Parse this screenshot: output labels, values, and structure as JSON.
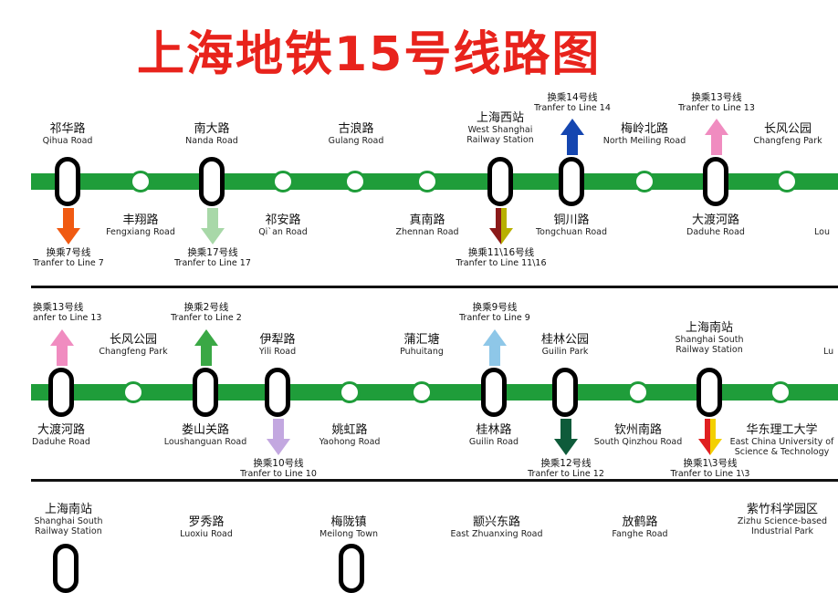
{
  "title": "上海地铁15号线路图",
  "colors": {
    "line": "#1f9d3a",
    "title": "#e8231c"
  },
  "row1": {
    "stations": [
      {
        "cn": "祁华路",
        "en": "Qihua Road"
      },
      {
        "cn": "丰翔路",
        "en": "Fengxiang Road"
      },
      {
        "cn": "南大路",
        "en": "Nanda Road"
      },
      {
        "cn": "祁安路",
        "en": "Qi`an Road"
      },
      {
        "cn": "古浪路",
        "en": "Gulang Road"
      },
      {
        "cn": "真南路",
        "en": "Zhennan Road"
      },
      {
        "cn": "上海西站",
        "en1": "West Shanghai",
        "en2": "Railway Station"
      },
      {
        "cn": "铜川路",
        "en": "Tongchuan Road"
      },
      {
        "cn": "梅岭北路",
        "en": "North Meiling Road"
      },
      {
        "cn": "大渡河路",
        "en": "Daduhe Road"
      },
      {
        "cn": "长风公园",
        "en": "Changfeng Park"
      },
      {
        "en": "Lou"
      }
    ],
    "transfers": [
      {
        "cn": "换乘7号线",
        "en": "Tranfer to Line 7",
        "color": "#f05a12"
      },
      {
        "cn": "换乘17号线",
        "en": "Tranfer to Line 17",
        "color": "#a8d8a8"
      },
      {
        "cn": "换乘11\\16号线",
        "en": "Tranfer to Line 11\\16",
        "color": "#8b1a1a",
        "color2": "#b8b000"
      },
      {
        "cn": "换乘14号线",
        "en": "Tranfer to Line 14",
        "color": "#1546b0"
      },
      {
        "cn": "换乘13号线",
        "en": "Tranfer to Line 13",
        "color": "#f08cc0"
      }
    ]
  },
  "row2": {
    "stations": [
      {
        "cn": "大渡河路",
        "en": "Daduhe Road"
      },
      {
        "cn": "长风公园",
        "en": "Changfeng Park"
      },
      {
        "cn": "娄山关路",
        "en": "Loushanguan Road"
      },
      {
        "cn": "伊犁路",
        "en": "Yili Road"
      },
      {
        "cn": "姚虹路",
        "en": "Yaohong Road"
      },
      {
        "cn": "蒲汇塘",
        "en": "Puhuitang"
      },
      {
        "cn": "桂林路",
        "en": "Guilin Road"
      },
      {
        "cn": "桂林公园",
        "en": "Guilin Park"
      },
      {
        "cn": "钦州南路",
        "en": "South Qinzhou Road"
      },
      {
        "cn": "上海南站",
        "en1": "Shanghai South",
        "en2": "Railway Station"
      },
      {
        "cn": "华东理工大学",
        "en1": "East China University of",
        "en2": "Science & Technology"
      },
      {
        "en": "Lu"
      }
    ],
    "transfers": [
      {
        "cn": "换乘13号线",
        "en": "anfer to Line 13",
        "color": "#f08cc0"
      },
      {
        "cn": "换乘2号线",
        "en": "Tranfer to Line 2",
        "color": "#3aa845"
      },
      {
        "cn": "换乘10号线",
        "en": "Tranfer to Line 10",
        "color": "#c3a8e0"
      },
      {
        "cn": "换乘9号线",
        "en": "Tranfer to Line 9",
        "color": "#8ec7e8"
      },
      {
        "cn": "换乘12号线",
        "en": "Tranfer to Line 12",
        "color": "#0e5b3a"
      },
      {
        "cn": "换乘1\\3号线",
        "en": "Tranfer to Line 1\\3",
        "color": "#e02020",
        "color2": "#f3d000"
      }
    ]
  },
  "row3": {
    "stations": [
      {
        "cn": "上海南站",
        "en1": "Shanghai South",
        "en2": "Railway Station"
      },
      {
        "cn": "罗秀路",
        "en": "Luoxiu Road"
      },
      {
        "cn": "梅陇镇",
        "en": "Meilong Town"
      },
      {
        "cn": "颛兴东路",
        "en": "East Zhuanxing Road"
      },
      {
        "cn": "放鹤路",
        "en": "Fanghe Road"
      },
      {
        "cn": "紫竹科学园区",
        "en1": "Zizhu Science-based",
        "en2": "Industrial Park"
      }
    ]
  }
}
